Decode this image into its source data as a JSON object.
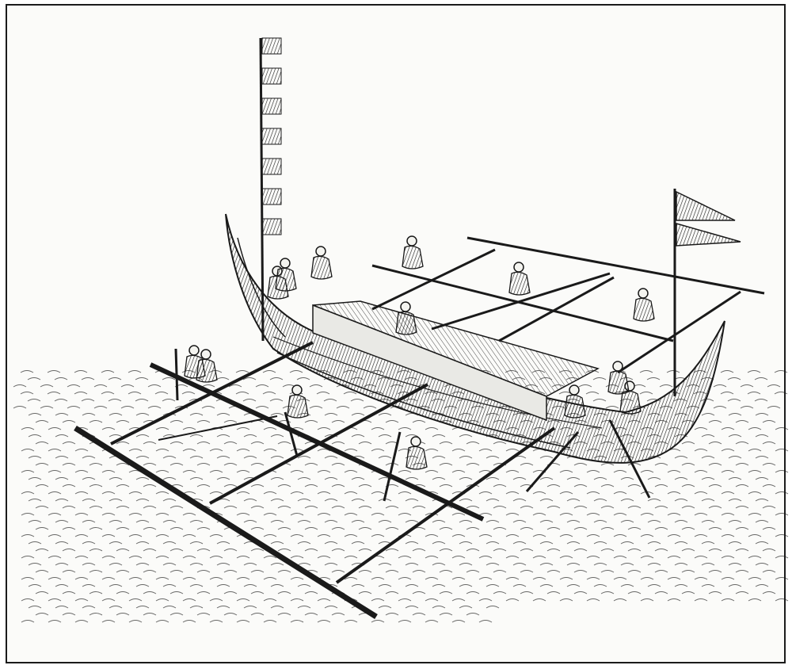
{
  "image": {
    "style": "engraving",
    "ink_color": "#1a1a1a",
    "paper_color": "#fbfbf9",
    "border_color": "#1b1b1b"
  },
  "scene": {
    "subject_icon": "outrigger-canoe-icon",
    "flags_icon": "pennant-flag-icon",
    "water_icon": "wave-hatching-icon",
    "figure_icon": "rower-figure-icon",
    "figure_count": 14,
    "flag_stripes": 7
  }
}
